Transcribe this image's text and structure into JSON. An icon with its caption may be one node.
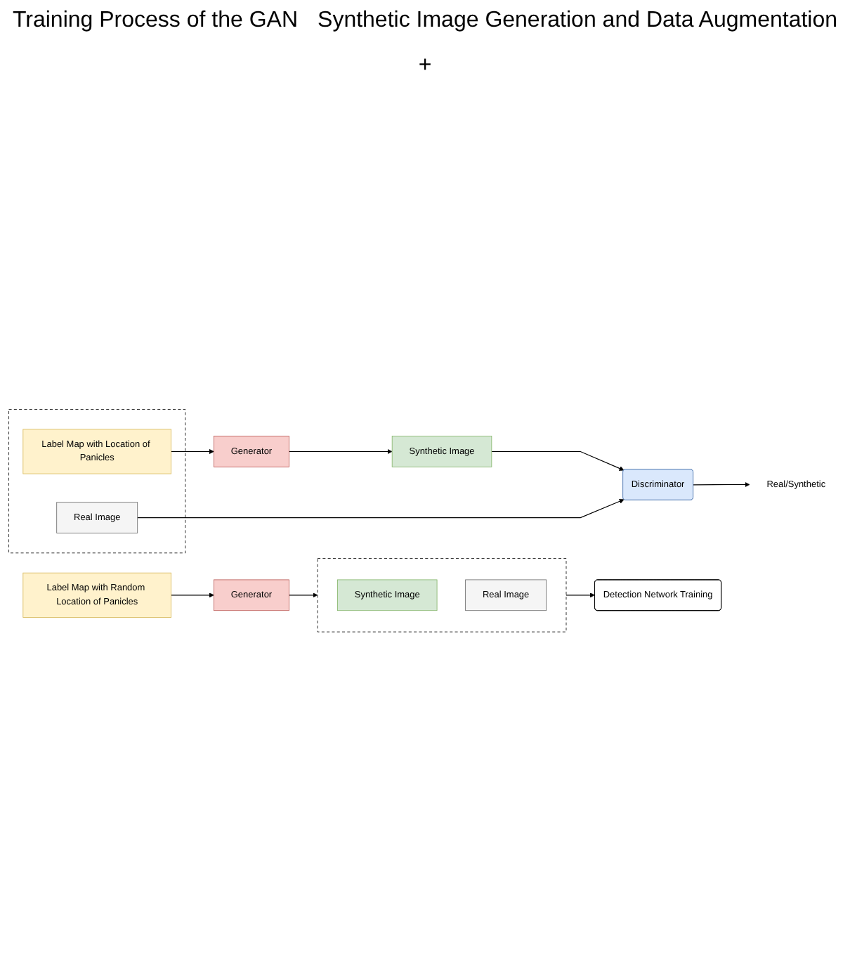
{
  "diagram": {
    "nodes": [
      {
        "text": [
          "Generator"
        ]
      },
      {
        "text": [
          "Synthetic Image"
        ]
      },
      {
        "text": [],
        "shape": "box"
      },
      {
        "text": [
          "Label Map with Location of Panicles"
        ],
        "in": 2
      },
      {
        "text": [
          "Real Image"
        ],
        "in": 2
      },
      {
        "text": [
          "Discriminator"
        ]
      },
      {
        "text": [
          "Real/Synthetic"
        ]
      },
      {
        "text": [
          "Label Map with Random Location of Panicles"
        ]
      },
      {
        "text": [
          "Generator"
        ]
      },
      {
        "text": [],
        "shape": "box"
      },
      {
        "text": [
          "Synthetic Image"
        ],
        "in": 9
      },
      {
        "text": [
          "Real Image"
        ],
        "in": 9
      },
      {
        "text": [
          "Detection Network Training"
        ]
      }
    ],
    "edges": [
      {
        "from": 3,
        "to": 0,
        "arrow": "to"
      },
      {
        "from": 0,
        "to": 1,
        "arrow": "to"
      },
      {
        "from": 1,
        "to": 5,
        "arrow": "to"
      },
      {
        "from": 4,
        "to": 5,
        "arrow": "to"
      },
      {
        "from": 5,
        "to": 6,
        "arrow": "to"
      },
      {
        "from": 7,
        "to": 8,
        "arrow": "to"
      },
      {
        "from": 8,
        "to": 9,
        "arrow": "to"
      },
      {
        "from": 9,
        "to": 12,
        "arrow": "to"
      }
    ],
    "labels": [
      "Training Process of the GAN",
      "Synthetic Image Generation and Data Augmentation",
      "+"
    ]
  }
}
